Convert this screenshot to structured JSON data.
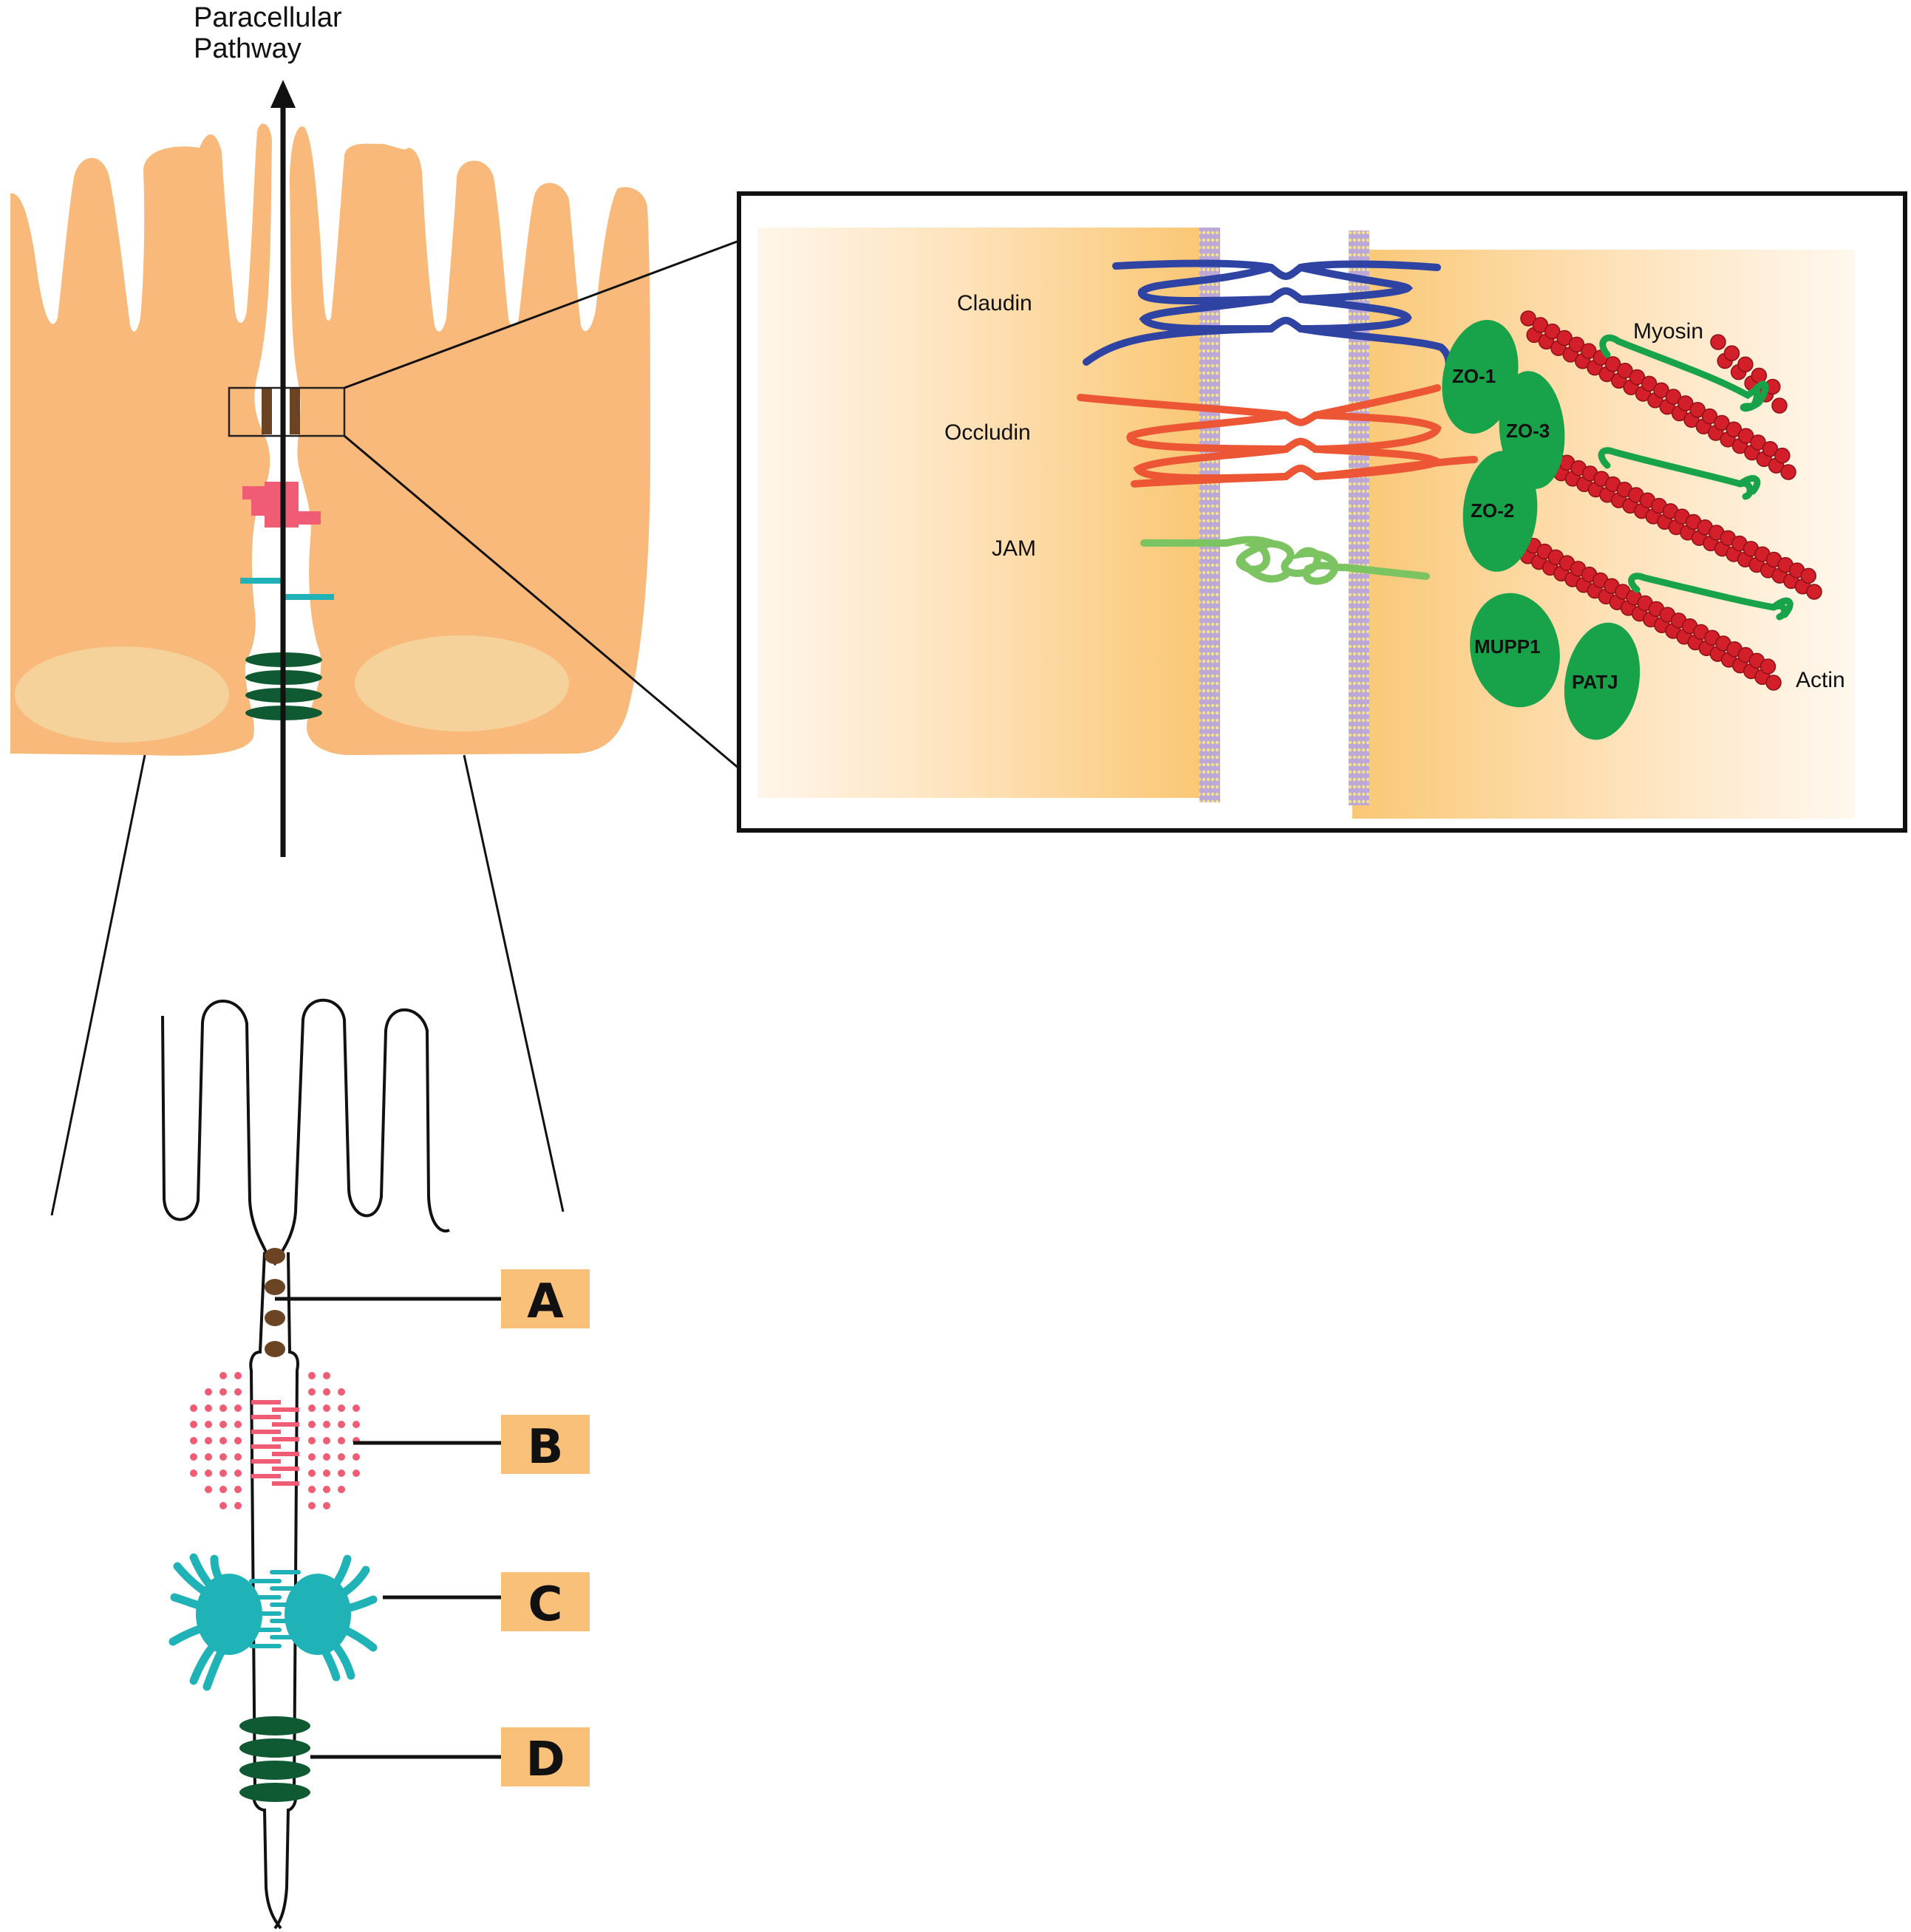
{
  "pathway": {
    "line1": "Paracellular",
    "line2": "Pathway"
  },
  "inset": {
    "claudin": "Claudin",
    "occludin": "Occludin",
    "jam": "JAM",
    "myosin": "Myosin",
    "actin": "Actin",
    "zo1": "ZO-1",
    "zo3": "ZO-3",
    "zo2": "ZO-2",
    "mupp1": "MUPP1",
    "patj": "PATJ"
  },
  "junction_labels": {
    "a": "A",
    "b": "B",
    "c": "C",
    "d": "D"
  },
  "colors": {
    "cell": "#F9B97B",
    "nucleus": "#F4D29A",
    "tight_junction": "#6B4424",
    "adherens": "#EF5C74",
    "desmosome": "#1FB3B8",
    "gap_junction": "#0F5A33",
    "claudin": "#2F43A3",
    "occludin": "#EC5634",
    "jam": "#7CC462",
    "scaffold": "#18A24A",
    "actin": "#D21F2A",
    "label_box": "#F9C079"
  }
}
